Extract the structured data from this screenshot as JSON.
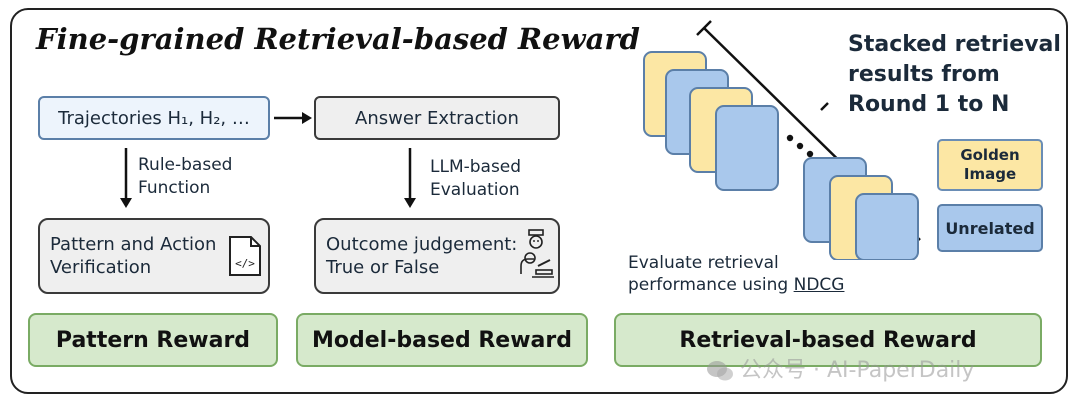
{
  "title": "Fine-grained Retrieval-based Reward",
  "col1": {
    "top_box": "Trajectories H₁, H₂, …",
    "arrow_label": [
      "Rule-based",
      "Function"
    ],
    "mid_box": [
      "Pattern and Action",
      "Verification"
    ],
    "reward": "Pattern Reward"
  },
  "col2": {
    "top_box": "Answer Extraction",
    "arrow_label": [
      "LLM-based",
      "Evaluation"
    ],
    "mid_box": [
      "Outcome judgement:",
      "True or False"
    ],
    "reward": "Model-based Reward"
  },
  "col3": {
    "stacked_label": [
      "Stacked retrieval",
      "results from",
      "Round 1 to N"
    ],
    "eval_label_line1": "Evaluate retrieval",
    "eval_label_line2_prefix": "performance using ",
    "eval_label_metric": "NDCG",
    "legend_golden": [
      "Golden",
      "Image"
    ],
    "legend_unrelated": "Unrelated",
    "reward": "Retrieval-based Reward"
  },
  "watermark": "公众号 · AI-PaperDaily",
  "colors": {
    "blue_box_fill": "#edf4fc",
    "green_fill": "#d6e9cc",
    "golden": "#fce7a4",
    "unrelated": "#a9c8ec"
  },
  "icons": [
    "code-file-icon",
    "judge-icon",
    "wechat-icon",
    "arrow-right-icon",
    "arrow-down-icon"
  ]
}
